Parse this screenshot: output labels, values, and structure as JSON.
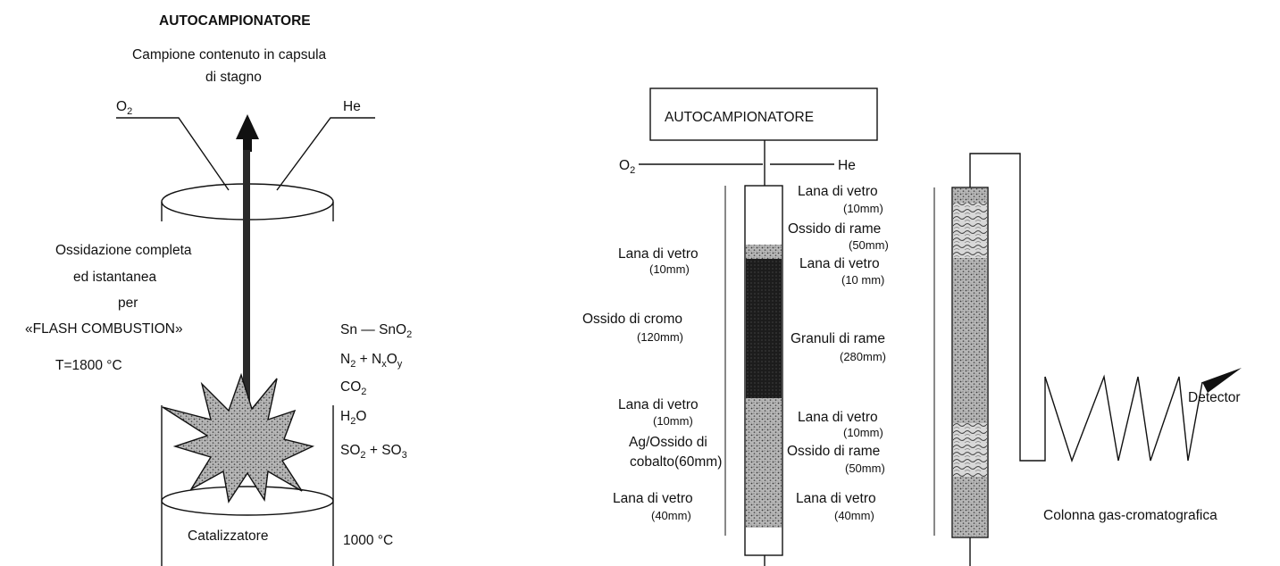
{
  "left": {
    "title": "AUTOCAMPIONATORE",
    "sample_line1": "Campione contenuto in capsula",
    "sample_line2": "di stagno",
    "o2": "O2",
    "he": "He",
    "oxidation_lines": [
      "Ossidazione completa",
      "ed istantanea",
      "per",
      "«FLASH COMBUSTION»"
    ],
    "temp_flash": "T=1800 °C",
    "reactions": [
      "Sn — SnO2",
      "N2 + NxOy",
      "CO2",
      "H2O",
      "SO2 + SO3"
    ],
    "catalyst": "Catalizzatore",
    "catalyst_temp": "1000 °C"
  },
  "right": {
    "autosampler": "AUTOCAMPIONATORE",
    "o2": "O2",
    "he": "He",
    "oxidation_column": [
      {
        "name": "Lana di vetro",
        "size": "(10mm)"
      },
      {
        "name": "Ossido di cromo",
        "size": "(120mm)"
      },
      {
        "name": "Lana di vetro",
        "size": "(10mm)"
      },
      {
        "name": "Ag/Ossido di",
        "size": "cobalto(60mm)"
      },
      {
        "name": "Lana di vetro",
        "size": "(40mm)"
      }
    ],
    "reduction_column": [
      {
        "name": "Lana di vetro",
        "size": "(10mm)"
      },
      {
        "name": "Ossido di rame",
        "size": "(50mm)"
      },
      {
        "name": "Lana di vetro",
        "size": "(10 mm)"
      },
      {
        "name": "Granuli di rame",
        "size": "(280mm)"
      },
      {
        "name": "Lana di vetro",
        "size": "(10mm)"
      },
      {
        "name": "Ossido di rame",
        "size": "(50mm)"
      },
      {
        "name": "Lana di vetro",
        "size": "(40mm)"
      }
    ],
    "detector": "Detector",
    "gc_column": "Colonna gas-cromatografica"
  }
}
